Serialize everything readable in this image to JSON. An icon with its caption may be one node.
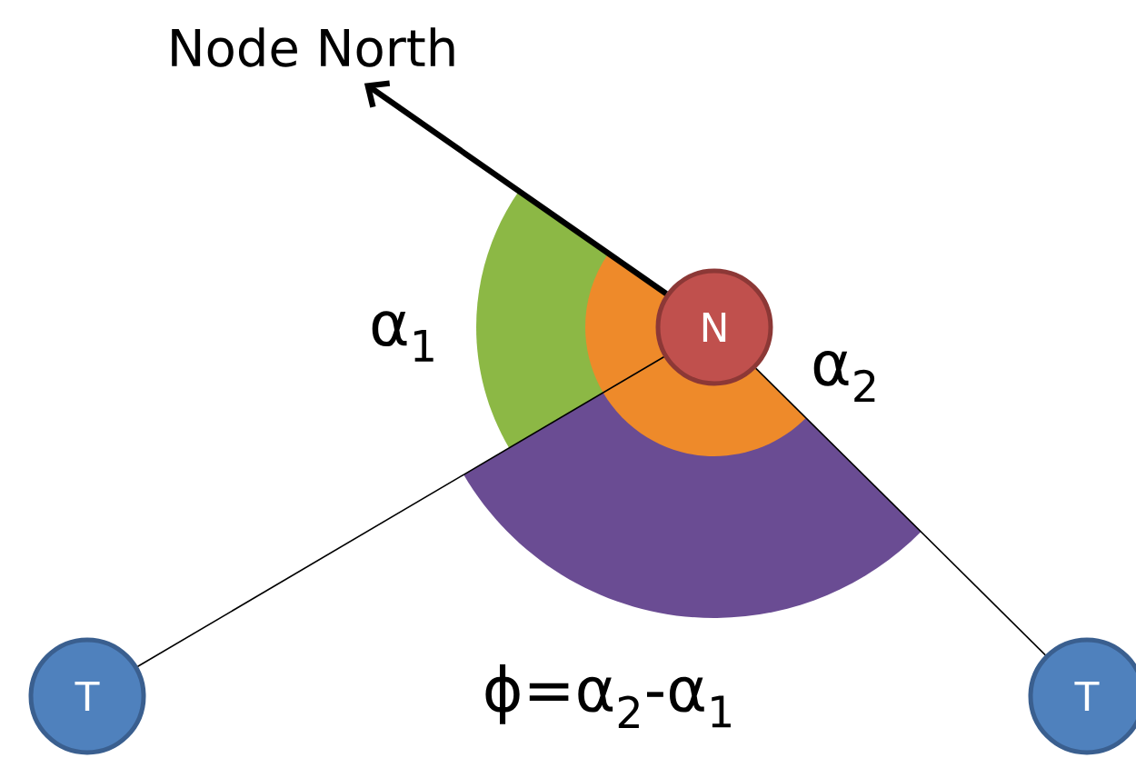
{
  "diagram": {
    "nodes": [
      {
        "text": [
          "Node North"
        ]
      },
      {
        "text": [
          "N"
        ]
      },
      {
        "text": [
          "T"
        ]
      },
      {
        "text": [
          "T"
        ]
      }
    ],
    "edges": [
      {
        "from": 1,
        "to": 0,
        "arrow": "to",
        "style": "thick"
      },
      {
        "from": 1,
        "to": 2,
        "arrow": "none"
      },
      {
        "from": 1,
        "to": 3,
        "arrow": "none"
      }
    ],
    "labels": [
      "α$_{1}$",
      "α$_{2}$",
      "ϕ=α$_{2}$-α$_{1}$"
    ]
  }
}
